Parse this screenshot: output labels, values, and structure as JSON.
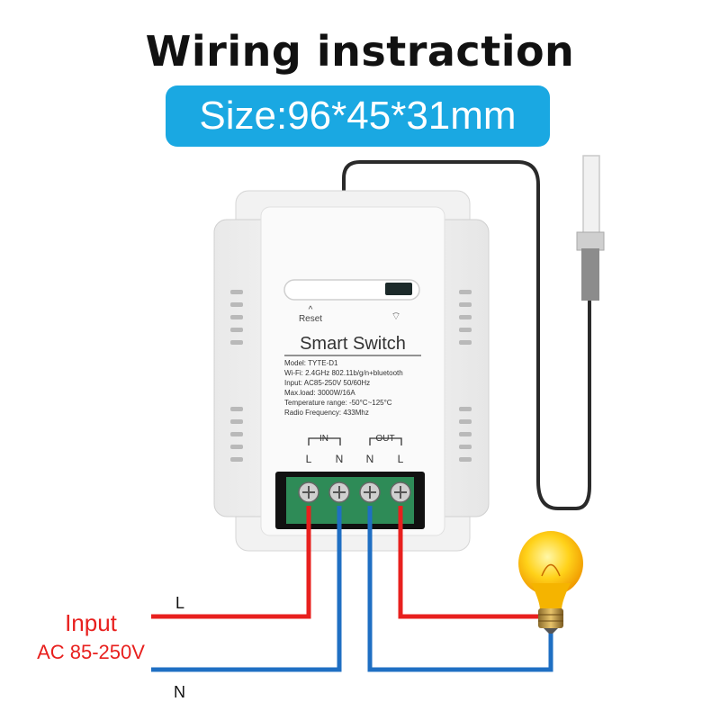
{
  "title": "Wiring instraction",
  "size_badge": "Size:96*45*31mm",
  "device": {
    "reset_label": "Reset",
    "brand": "Smart Switch",
    "specs": [
      "Model: TYTE-D1",
      "Wi-Fi: 2.4GHz 802.11b/g/n+bluetooth",
      "Input: AC85-250V 50/60Hz",
      "Max.load: 3000W/16A",
      "Temperature range: -50°C~125°C",
      "Radio Frequency: 433Mhz"
    ],
    "in_label": "IN",
    "out_label": "OUT",
    "terminals": [
      "L",
      "N",
      "N",
      "L"
    ]
  },
  "wiring": {
    "input_label": "Input",
    "voltage_label": "AC 85-250V",
    "live_label": "L",
    "neutral_label": "N"
  },
  "colors": {
    "live_wire": "#e8201e",
    "neutral_wire": "#1f6fc3",
    "input_text": "#e8201e",
    "badge": "#1aa8e2",
    "terminal_block": "#2e8b57"
  }
}
